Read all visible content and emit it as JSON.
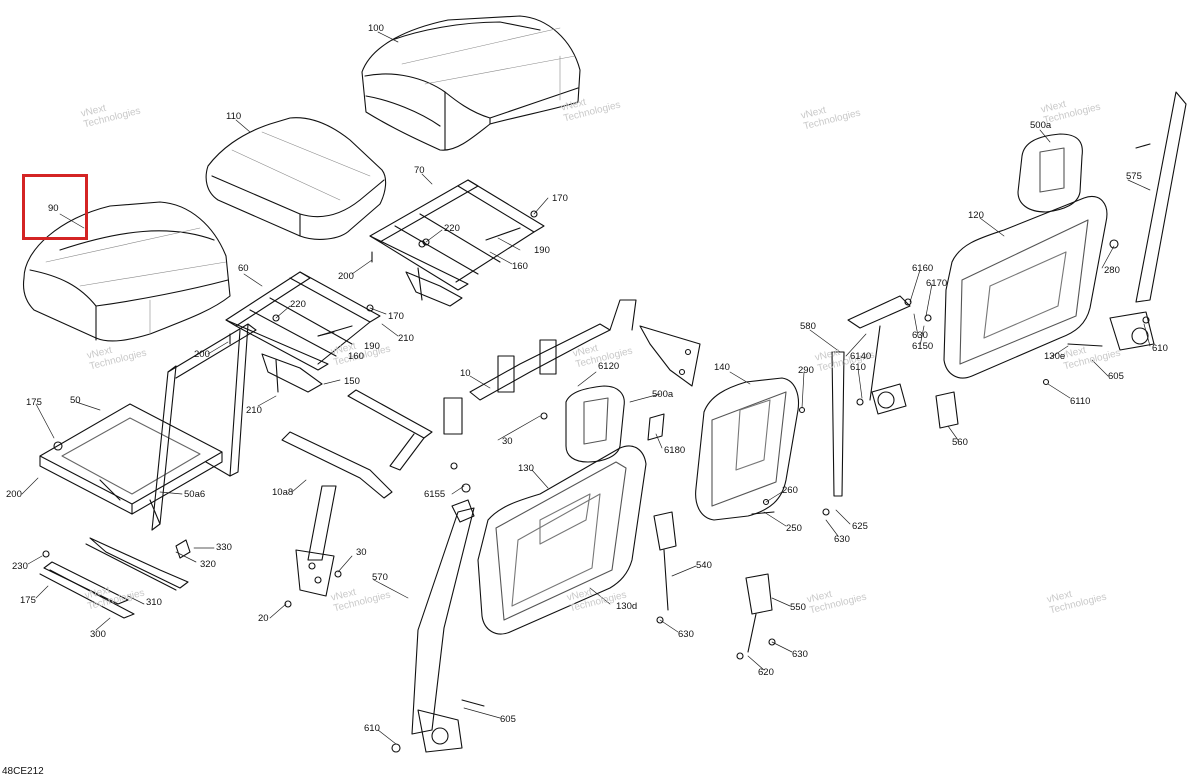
{
  "diagram": {
    "figure_id": "48CE212",
    "watermark": "vNext\nTechnologies",
    "highlight_color": "#d42424",
    "highlighted_part": "90",
    "labels": {
      "p100": "100",
      "p110": "110",
      "p90": "90",
      "p70": "70",
      "p170a": "170",
      "p220a": "220",
      "p190a": "190",
      "p160a": "160",
      "p200a": "200",
      "p60": "60",
      "p220b": "220",
      "p170b": "170",
      "p210a": "210",
      "p200b": "200",
      "p190b": "190",
      "p160b": "160",
      "p150": "150",
      "p210b": "210",
      "p175a": "175",
      "p50": "50",
      "p50a6": "50a6",
      "p200c": "200",
      "p330": "330",
      "p320": "320",
      "p310": "310",
      "p230": "230",
      "p175b": "175",
      "p300": "300",
      "p10": "10",
      "p6120": "6120",
      "p500a_mid": "500a",
      "p30a": "30",
      "p6180": "6180",
      "p10a8": "10a8",
      "p6155": "6155",
      "p30b": "30",
      "p20": "20",
      "p570": "570",
      "p130": "130",
      "p130d": "130d",
      "p610a": "610",
      "p605a": "605",
      "p140": "140",
      "p290": "290",
      "p260": "260",
      "p250": "250",
      "p540": "540",
      "p630a": "630",
      "p550": "550",
      "p630b": "630",
      "p620": "620",
      "p580": "580",
      "p6140": "6140",
      "p610b": "610",
      "p625": "625",
      "p630c": "630",
      "p560": "560",
      "p6160": "6160",
      "p6170": "6170",
      "p630d": "630",
      "p6150": "6150",
      "p500a_right": "500a",
      "p120": "120",
      "p575": "575",
      "p280": "280",
      "p610c": "610",
      "p130e": "130e",
      "p605b": "605",
      "p6110": "6110"
    }
  }
}
